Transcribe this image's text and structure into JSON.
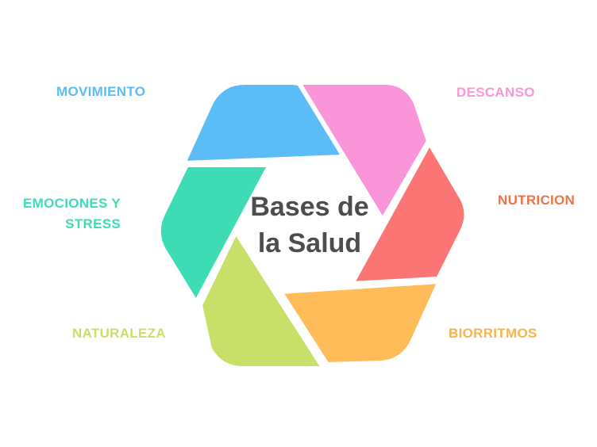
{
  "center": {
    "line1": "Bases de",
    "line2": "la Salud"
  },
  "segments": [
    {
      "id": "movimiento",
      "color": "#5bbcf6",
      "label_lines": [
        "MOVIMIENTO"
      ]
    },
    {
      "id": "descanso",
      "color": "#fa95da",
      "label_lines": [
        "DESCANSO"
      ]
    },
    {
      "id": "nutricion",
      "color": "#fb7575",
      "label_lines": [
        "NUTRICION"
      ]
    },
    {
      "id": "biorritmos",
      "color": "#ffbc59",
      "label_lines": [
        "BIORRITMOS"
      ]
    },
    {
      "id": "naturaleza",
      "color": "#c8df6a",
      "label_lines": [
        "NATURALEZA"
      ]
    },
    {
      "id": "emociones",
      "color": "#3ddcb5",
      "label_lines": [
        "EMOCIONES Y",
        "STRESS"
      ]
    }
  ],
  "label_colors": {
    "movimiento": "#5bbcf6",
    "descanso": "#fa95da",
    "nutricion": "#ee7244",
    "biorritmos": "#fab34c",
    "naturaleza": "#c8df6a",
    "emociones": "#3ddcb5"
  }
}
